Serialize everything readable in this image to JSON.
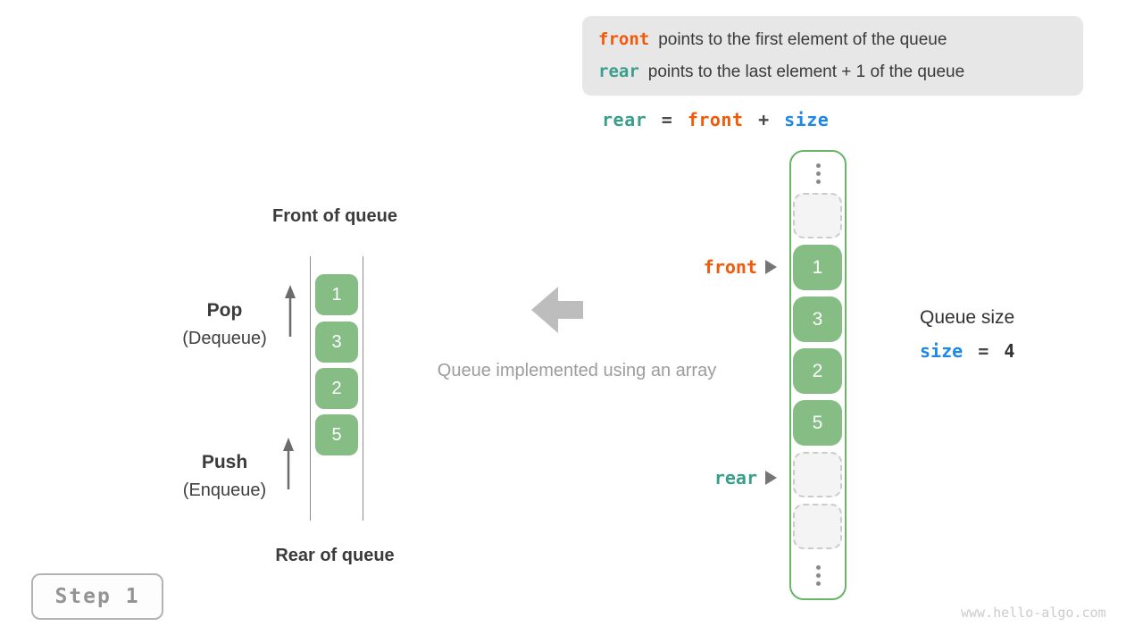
{
  "info_box": {
    "line1": {
      "keyword": "front",
      "text": "points to the first element of the queue"
    },
    "line2": {
      "keyword": "rear",
      "text": "points to the last element + 1 of the queue"
    }
  },
  "formula": {
    "lhs": "rear",
    "eq": "=",
    "term1": "front",
    "op": "+",
    "term2": "size"
  },
  "left_diagram": {
    "front_label": "Front of queue",
    "rear_label": "Rear of queue",
    "pop_title": "Pop",
    "pop_subtitle": "(Dequeue)",
    "push_title": "Push",
    "push_subtitle": "(Enqueue)",
    "cells": [
      "1",
      "3",
      "2",
      "5"
    ]
  },
  "middle": {
    "caption": "Queue implemented using an array"
  },
  "array_diagram": {
    "front_pointer": "front",
    "rear_pointer": "rear",
    "cells": [
      {
        "type": "empty",
        "value": ""
      },
      {
        "type": "value",
        "value": "1"
      },
      {
        "type": "value",
        "value": "3"
      },
      {
        "type": "value",
        "value": "2"
      },
      {
        "type": "value",
        "value": "5"
      },
      {
        "type": "empty",
        "value": ""
      },
      {
        "type": "empty",
        "value": ""
      }
    ]
  },
  "queue_size": {
    "label": "Queue size",
    "variable": "size",
    "eq": "=",
    "value": "4"
  },
  "step_badge": {
    "label": "Step 1"
  },
  "watermark": "www.hello-algo.com",
  "colors": {
    "front_accent": "#f25a0a",
    "rear_accent": "#3a9e8d",
    "size_accent": "#1e88e5",
    "cell_green": "#85bd85",
    "container_border_green": "#68b468",
    "info_box_bg": "#e7e7e7"
  }
}
